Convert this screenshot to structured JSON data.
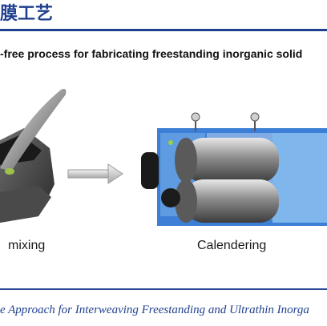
{
  "header": {
    "title": "膜工艺"
  },
  "figure": {
    "heading": "-free process for fabricating freestanding inorganic solid",
    "step1_label": "mixing",
    "step2_label": "Calendering"
  },
  "caption": "e Approach for Interweaving Freestanding and Ultrathin Inorga",
  "colors": {
    "brand_blue": "#1f3f8f",
    "calender_blue": "#3d7fd6",
    "light_blue": "#7fb6ec"
  },
  "icons": [
    "mortar-pestle-illustration",
    "arrow-right-icon",
    "calender-machine-illustration"
  ]
}
